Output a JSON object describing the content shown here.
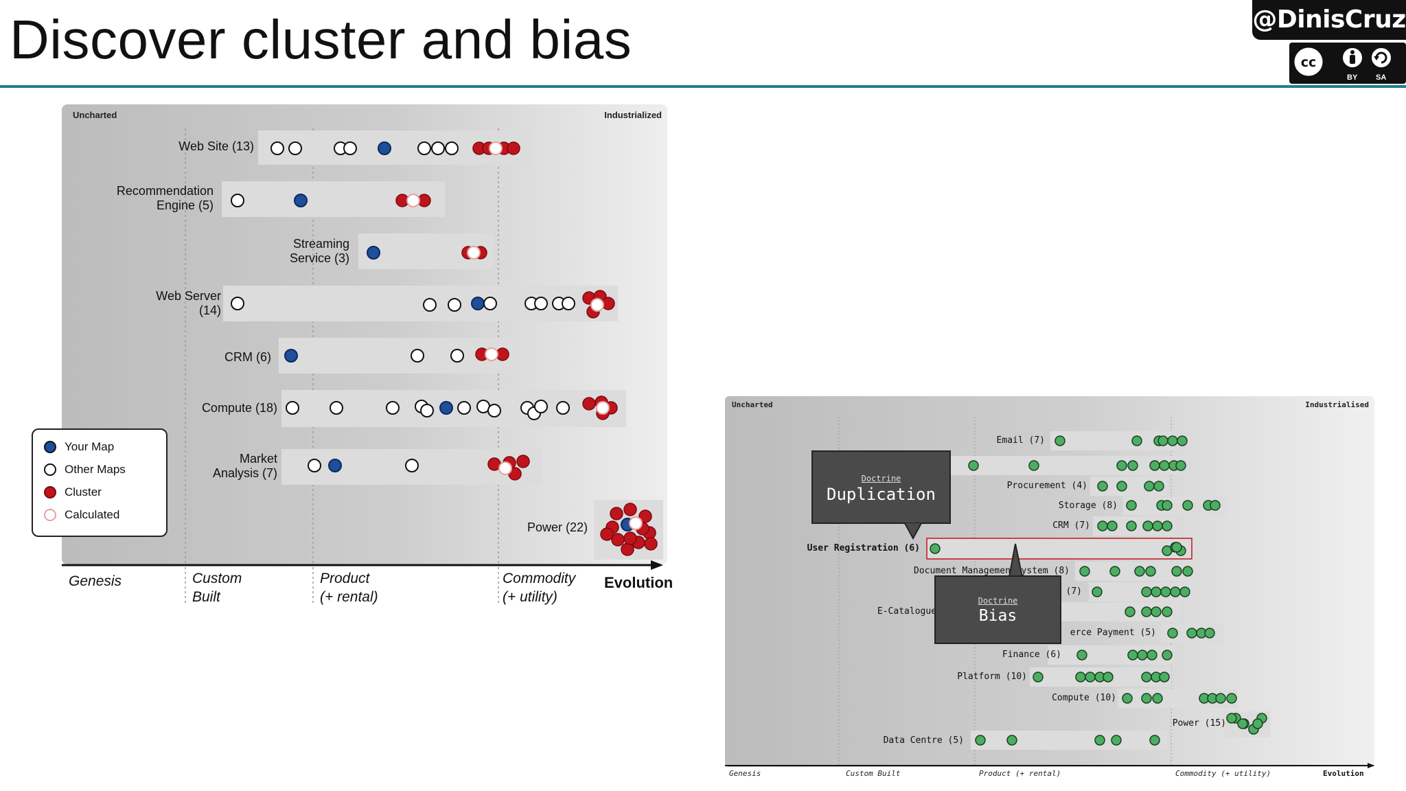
{
  "slide": {
    "title": "Discover cluster and bias",
    "handle": "@DinisCruz",
    "license": {
      "by": "BY",
      "sa": "SA",
      "cc": "cc"
    }
  },
  "colors": {
    "your_map": "#1f4e9b",
    "cluster": "#c0141c",
    "calculated_stroke": "#e8a0a0",
    "green_dot": "#4cae62",
    "accent": "#1f7f8f"
  },
  "map1": {
    "uncharted": "Uncharted",
    "industrialized": "Industrialized",
    "evolution": "Evolution",
    "stages": [
      "Genesis",
      "Custom|Built",
      "Product|(+ rental)",
      "Commodity|(+ utility)"
    ],
    "rows": [
      {
        "label": "Web Site (13)"
      },
      {
        "label": "Recommendation|Engine (5)"
      },
      {
        "label": "Streaming|Service (3)"
      },
      {
        "label": "Web Server|(14)"
      },
      {
        "label": "CRM (6)"
      },
      {
        "label": "Compute (18)"
      },
      {
        "label": "Market|Analysis (7)"
      },
      {
        "label": "Power (22)"
      }
    ],
    "legend": [
      {
        "label": "Your Map",
        "kind": "your"
      },
      {
        "label": "Other Maps",
        "kind": "other"
      },
      {
        "label": "Cluster",
        "kind": "cluster"
      },
      {
        "label": "Calculated",
        "kind": "calculated"
      }
    ]
  },
  "map2": {
    "uncharted": "Uncharted",
    "industrialised": "Industrialised",
    "evolution": "Evolution",
    "stages": [
      "Genesis",
      "Custom Built",
      "Product (+ rental)",
      "Commodity (+ utility)"
    ],
    "rows": [
      {
        "label": "Email (7)"
      },
      {
        "label": ""
      },
      {
        "label": "Procurement (4)"
      },
      {
        "label": "Storage (8)"
      },
      {
        "label": "CRM (7)"
      },
      {
        "label": "User Registration (6)",
        "bold": true
      },
      {
        "label": "Document Management ystem (8)"
      },
      {
        "label": "(7)"
      },
      {
        "label": "E-Catalogue"
      },
      {
        "label": "erce Payment (5)"
      },
      {
        "label": "Finance (6)"
      },
      {
        "label": "Platform (10)"
      },
      {
        "label": "Compute (10)"
      },
      {
        "label": "Power (15)"
      },
      {
        "label": "Data Centre (5)"
      }
    ],
    "callouts": [
      {
        "kicker": "Doctrine",
        "title": "Duplication"
      },
      {
        "kicker": "Doctrine",
        "title": "Bias"
      }
    ]
  }
}
